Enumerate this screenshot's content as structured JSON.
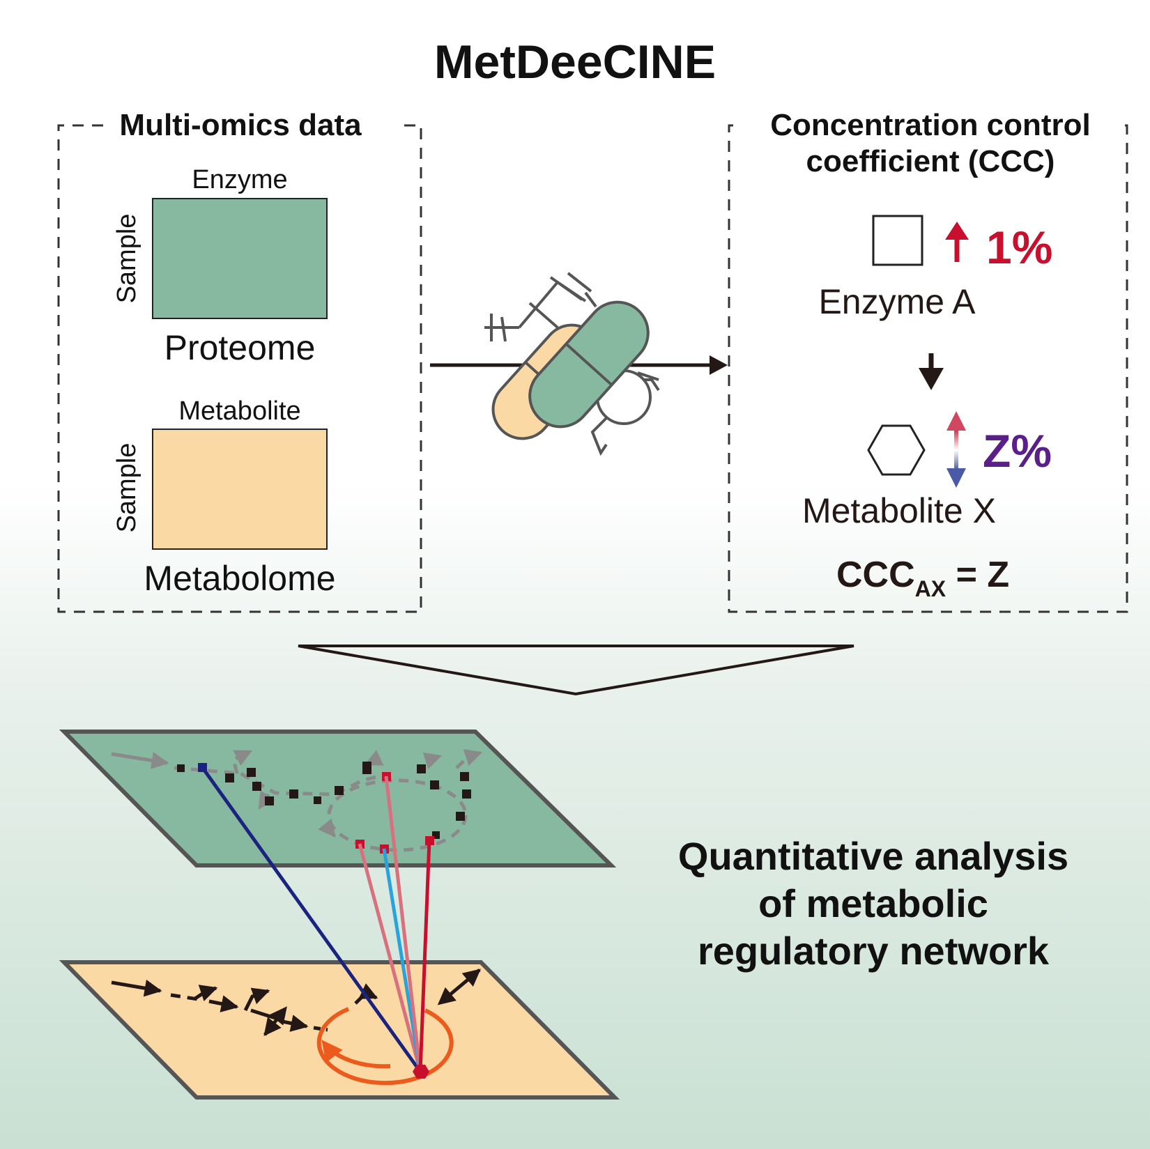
{
  "title": "MetDeeCINE",
  "left_panel": {
    "heading": "Multi-omics data",
    "proteome": {
      "column_label": "Enzyme",
      "row_label": "Sample",
      "name": "Proteome",
      "color": "#87b9a0"
    },
    "metabolome": {
      "column_label": "Metabolite",
      "row_label": "Sample",
      "name": "Metabolome",
      "color": "#fad9a5"
    }
  },
  "right_panel": {
    "heading_line1": "Concentration control",
    "heading_line2": "coefficient (CCC)",
    "enzyme_change": "1%",
    "enzyme_label": "Enzyme A",
    "metabolite_change": "Z%",
    "metabolite_label": "Metabolite X",
    "formula_main": "CCC",
    "formula_sub": "AX",
    "formula_rest": " = Z"
  },
  "conclusion": {
    "line1": "Quantitative analysis",
    "line2": "of metabolic",
    "line3": "regulatory network"
  },
  "colors": {
    "enzyme_plane": "#87b9a0",
    "metabolite_plane": "#fad9a5",
    "up_red": "#c8102e",
    "z_purple": "#5b1f8a",
    "cycle_orange": "#ec5a1c",
    "link_navy": "#1a237e",
    "link_pink": "#d9707e",
    "link_blue": "#29a3dc",
    "link_red": "#c8102e"
  }
}
